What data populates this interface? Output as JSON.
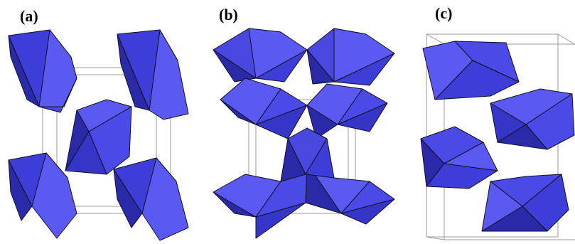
{
  "figure": {
    "panels": [
      {
        "label": "(a)"
      },
      {
        "label": "(b)"
      },
      {
        "label": "(c)"
      }
    ],
    "colors": {
      "face_light": "#5a5af2",
      "face_mid": "#3d3dd8",
      "face_dark": "#2a2aa8",
      "edge": "#111122",
      "cell_line": "#9a9a9a"
    }
  }
}
